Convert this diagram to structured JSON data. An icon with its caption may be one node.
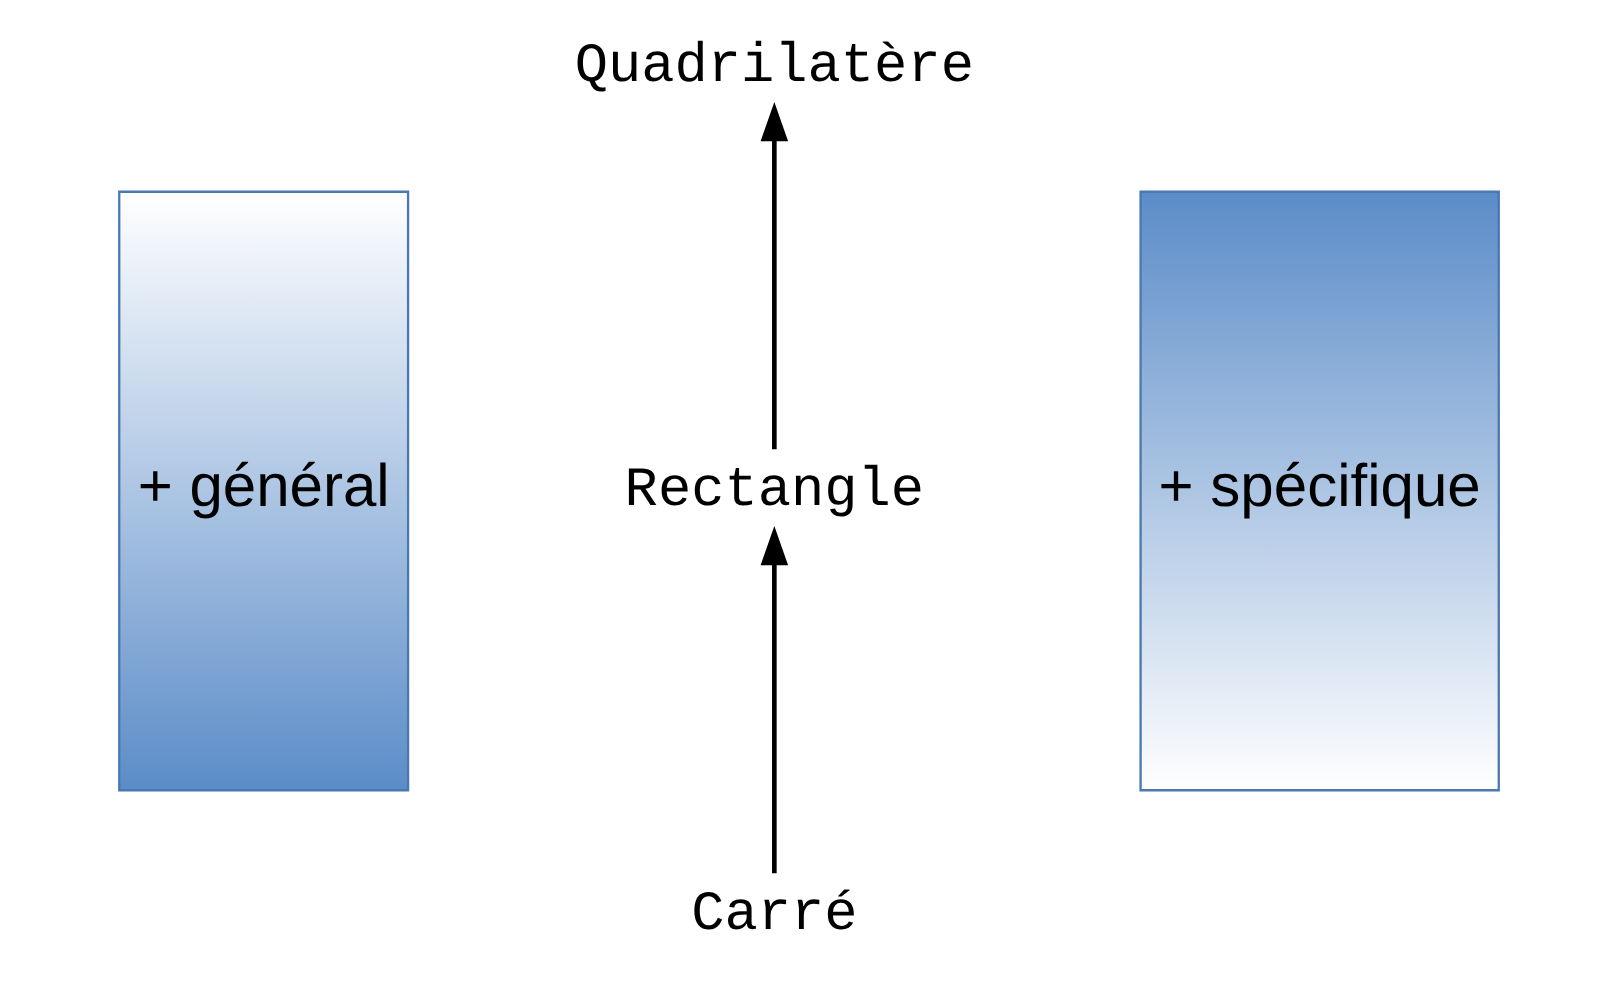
{
  "diagram": {
    "nodes": [
      {
        "text": [
          "+ général"
        ]
      },
      {
        "text": [
          "Quadrilatère"
        ]
      },
      {
        "text": [
          "Rectangle"
        ]
      },
      {
        "text": [
          "Carré"
        ]
      },
      {
        "text": [
          "+ spécifique"
        ]
      }
    ],
    "edges": [
      {
        "from": 3,
        "to": 2,
        "arrow": "to"
      },
      {
        "from": 2,
        "to": 1,
        "arrow": "to"
      }
    ]
  }
}
